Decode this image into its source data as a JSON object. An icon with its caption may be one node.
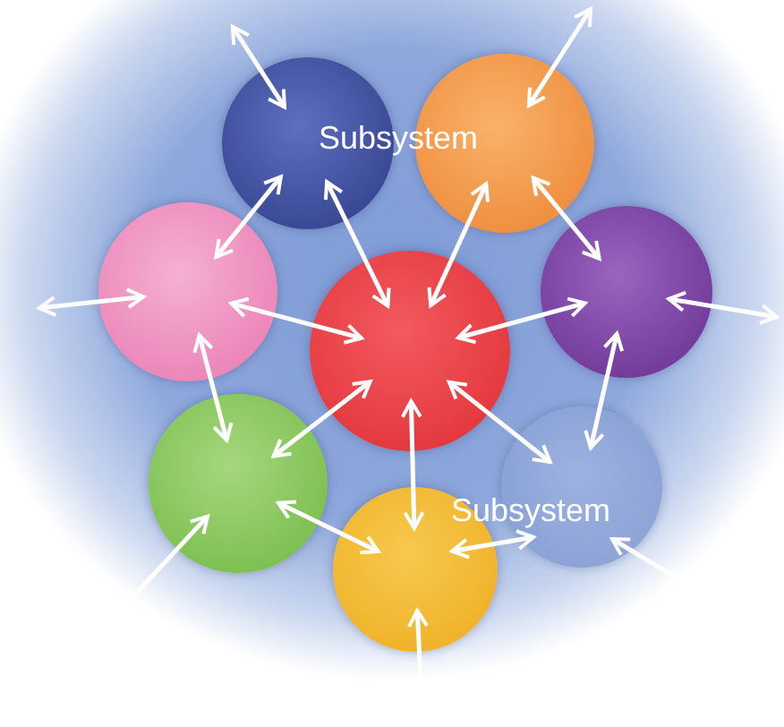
{
  "diagram": {
    "nodes": [
      {
        "text": [],
        "shape": "circle"
      },
      {
        "text": [],
        "shape": "circle"
      },
      {
        "text": [],
        "shape": "circle"
      },
      {
        "text": [],
        "shape": "circle"
      },
      {
        "text": [],
        "shape": "circle"
      },
      {
        "text": [],
        "shape": "circle"
      },
      {
        "text": [],
        "shape": "circle"
      },
      {
        "text": [],
        "shape": "circle"
      }
    ],
    "edges": [
      {
        "from": null,
        "to": 0,
        "arrow": "both"
      },
      {
        "from": null,
        "to": 1,
        "arrow": "both"
      },
      {
        "from": 0,
        "to": 2,
        "arrow": "both"
      },
      {
        "from": 0,
        "to": 3,
        "arrow": "both"
      },
      {
        "from": 1,
        "to": 3,
        "arrow": "both"
      },
      {
        "from": 1,
        "to": 4,
        "arrow": "both"
      },
      {
        "from": null,
        "to": 2,
        "arrow": "both"
      },
      {
        "from": 2,
        "to": 3,
        "arrow": "both"
      },
      {
        "from": 3,
        "to": 4,
        "arrow": "both"
      },
      {
        "from": null,
        "to": 4,
        "arrow": "both"
      },
      {
        "from": 4,
        "to": 6,
        "arrow": "both"
      },
      {
        "from": 2,
        "to": 5,
        "arrow": "both"
      },
      {
        "from": 3,
        "to": 5,
        "arrow": "both"
      },
      {
        "from": 3,
        "to": 7,
        "arrow": "both"
      },
      {
        "from": 3,
        "to": 6,
        "arrow": "both"
      },
      {
        "from": 5,
        "to": 7,
        "arrow": "both"
      },
      {
        "from": 7,
        "to": 6,
        "arrow": "both"
      },
      {
        "from": null,
        "to": 5,
        "arrow": "both"
      },
      {
        "from": null,
        "to": 6,
        "arrow": "both"
      },
      {
        "from": null,
        "to": 7,
        "arrow": "both"
      }
    ],
    "labels": [
      "Subsystem",
      "Subsystem"
    ]
  }
}
